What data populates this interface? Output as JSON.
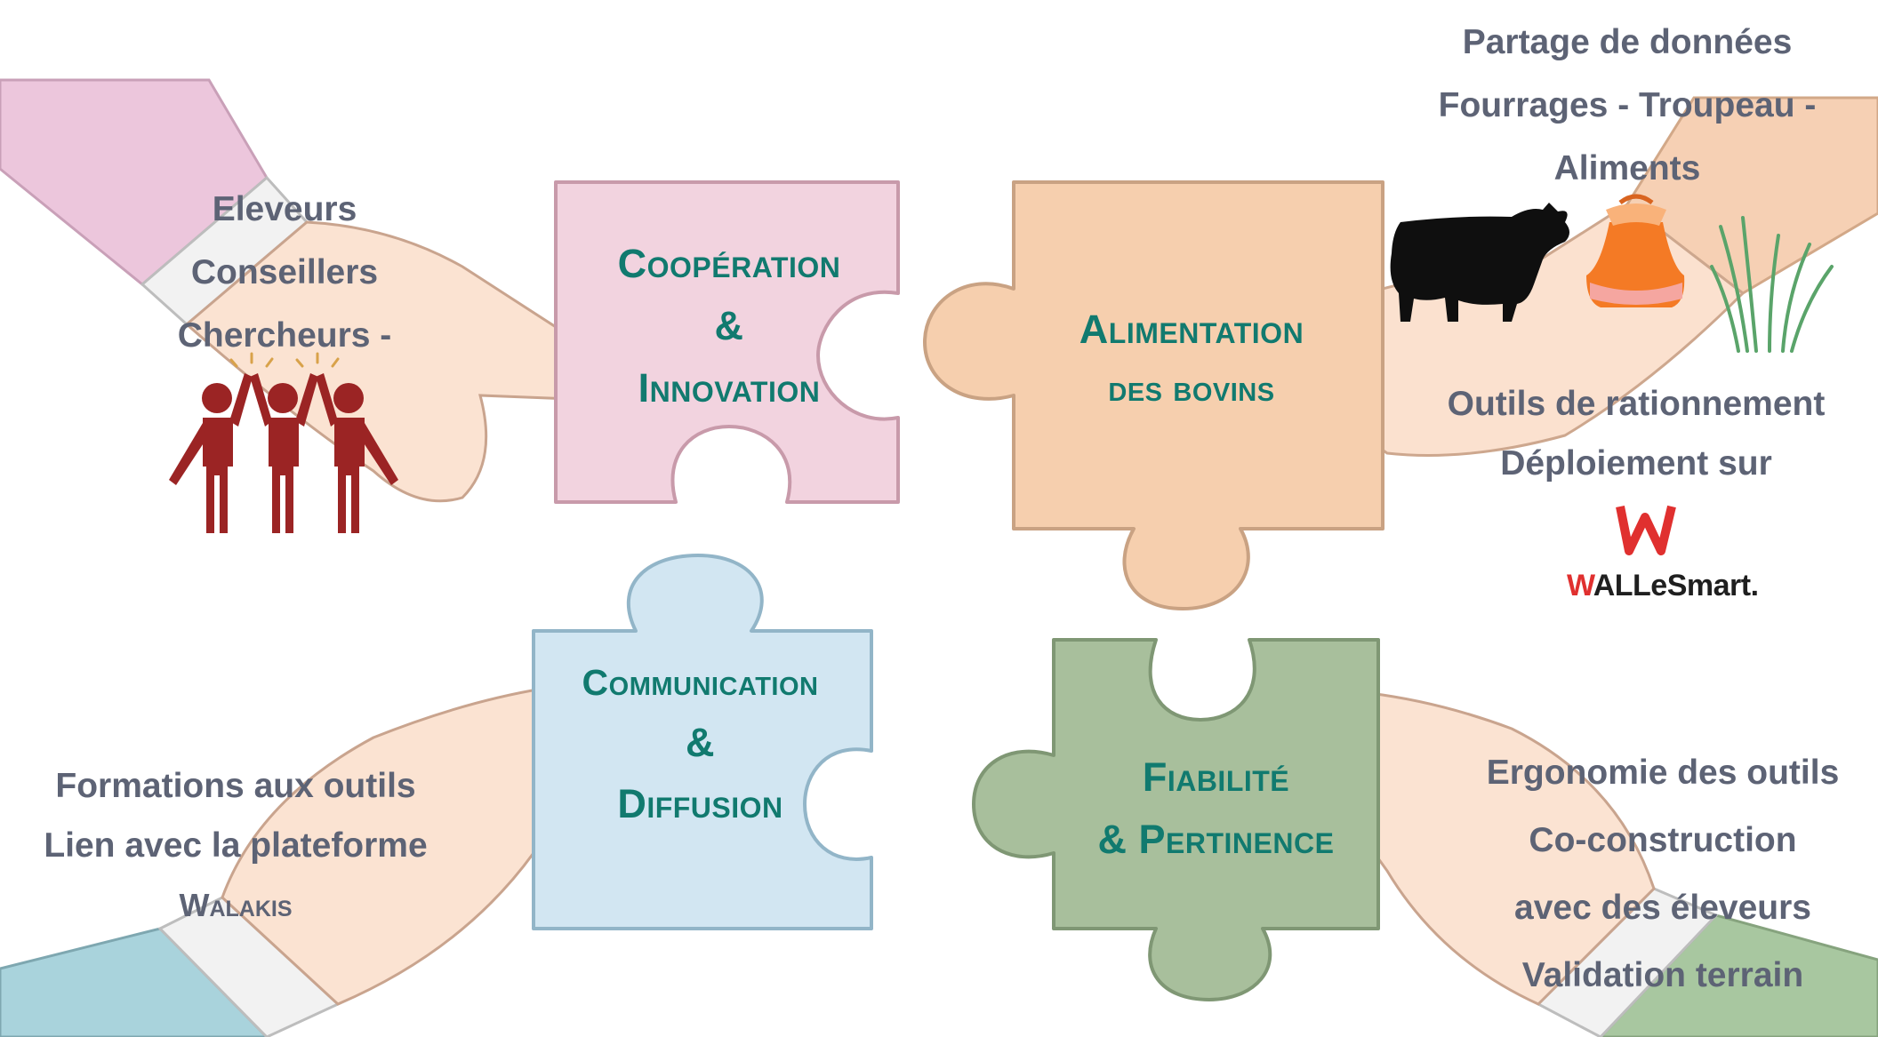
{
  "pieces": {
    "cooperation": {
      "line1": "Coopération",
      "line2": "&",
      "line3": "Innovation",
      "color": "#f2d3df"
    },
    "alimentation": {
      "line1": "Alimentation",
      "line2": "des bovins",
      "color": "#f6cfae"
    },
    "communication": {
      "line1": "Communication",
      "line2": "&",
      "line3": "Diffusion",
      "color": "#d2e6f2"
    },
    "fiabilite": {
      "line1": "Fiabilité",
      "line2": "& Pertinence",
      "color": "#a8bf9c"
    }
  },
  "top_left": {
    "lines": [
      "Eleveurs",
      "Conseillers",
      "Chercheurs -"
    ]
  },
  "top_right": {
    "lines": [
      "Partage de données",
      "Fourrages - Troupeau -",
      "Aliments"
    ]
  },
  "mid_right": {
    "lines": [
      "Outils de rationnement",
      "Déploiement sur"
    ]
  },
  "logo": {
    "mark": "W",
    "word_prefix": "W",
    "word_rest": "ALLeSmart",
    "trademark": ".",
    "color": "#e0302f"
  },
  "bottom_left": {
    "lines": [
      "Formations aux outils",
      "Lien avec la plateforme"
    ],
    "platform": "Walakis"
  },
  "bottom_right": {
    "lines": [
      "Ergonomie des outils",
      "Co-construction",
      "avec des éleveurs",
      "Validation terrain"
    ]
  },
  "icons": [
    "people-high-five-icon",
    "cow-icon",
    "feed-sack-icon",
    "grass-icon"
  ],
  "colors": {
    "title": "#117a6f",
    "text": "#5d6375",
    "people": "#9b2424",
    "sack": "#f47a25",
    "grass": "#5aa46a"
  }
}
